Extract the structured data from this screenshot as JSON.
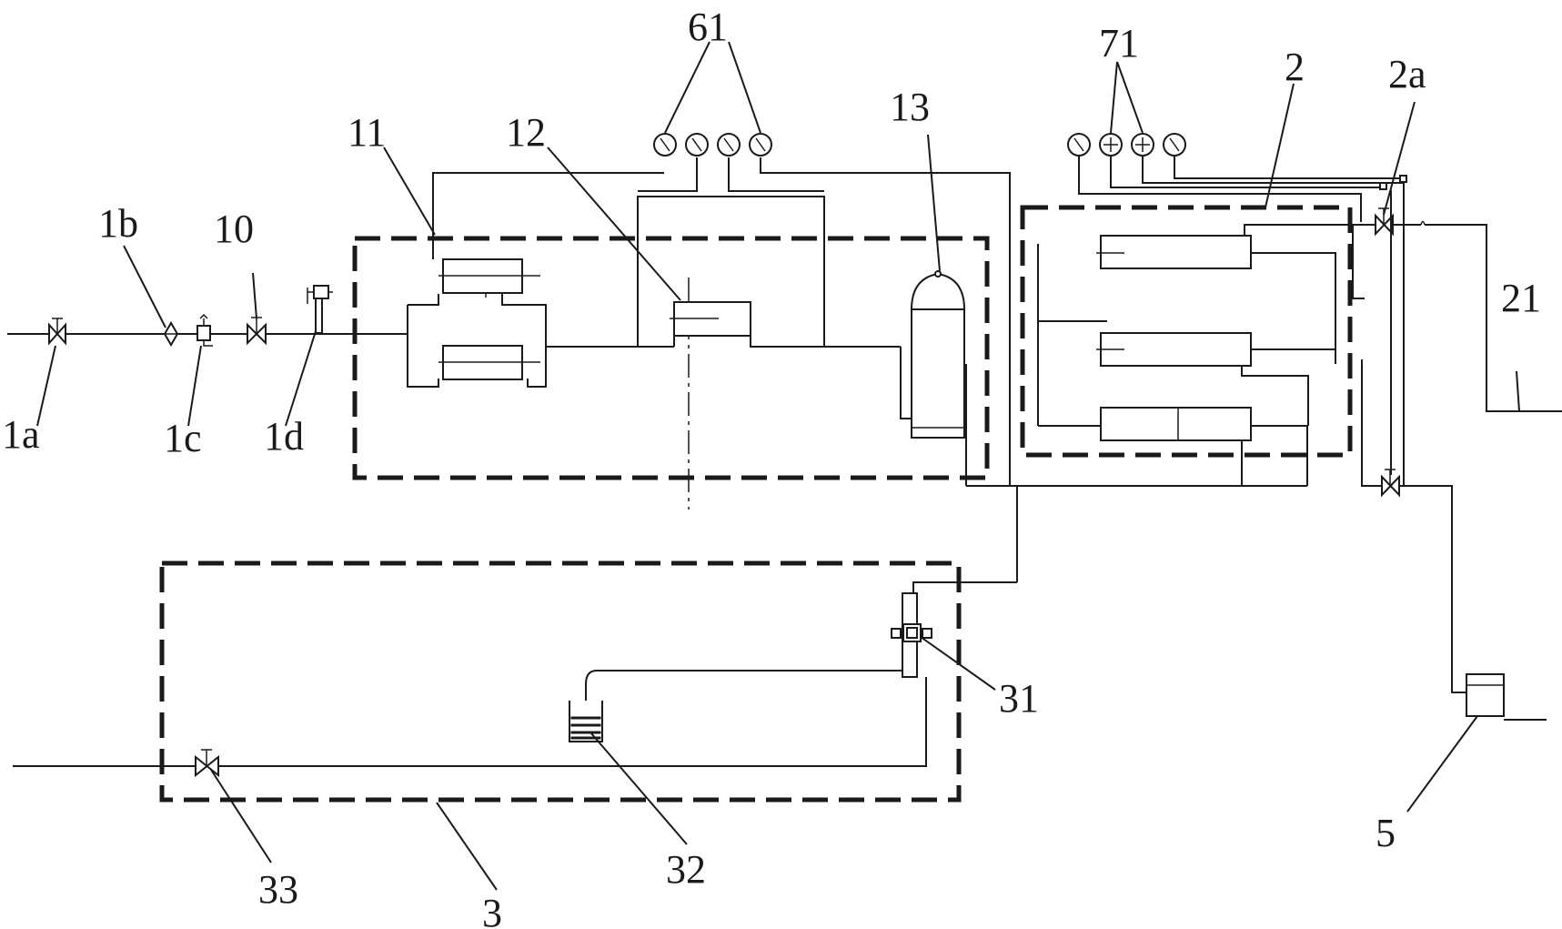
{
  "labels": {
    "l1a": "1a",
    "l1b": "1b",
    "l1c": "1c",
    "l1d": "1d",
    "l10": "10",
    "l11": "11",
    "l12": "12",
    "l13": "13",
    "l61": "61",
    "l71": "71",
    "l2": "2",
    "l2a": "2a",
    "l21": "21",
    "l31": "31",
    "l32": "32",
    "l33": "33",
    "l3": "3",
    "l5": "5"
  }
}
